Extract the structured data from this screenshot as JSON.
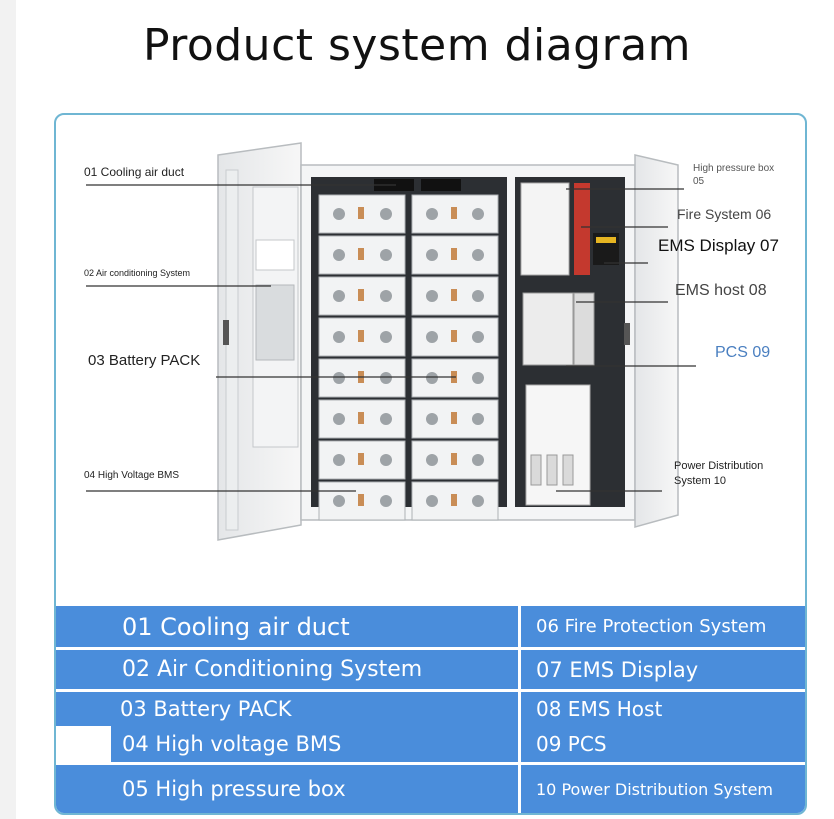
{
  "title": "Product system diagram",
  "callouts": [
    {
      "text": "01 Cooling air duct"
    },
    {
      "text": "02 Air conditioning System"
    },
    {
      "text": "03 Battery PACK"
    },
    {
      "text": "04 High Voltage BMS"
    },
    {
      "text": "High pressure box",
      "text2": "05"
    },
    {
      "text": "Fire System 06"
    },
    {
      "text": "EMS Display 07"
    },
    {
      "text": "EMS host 08"
    },
    {
      "text": "PCS 09"
    },
    {
      "text": "Power Distribution",
      "text2": "System 10"
    }
  ],
  "legend": {
    "left": [
      "01 Cooling air duct",
      "02 Air Conditioning System",
      "03 Battery PACK",
      "04 High voltage BMS",
      "05 High pressure box"
    ],
    "right": [
      "06 Fire Protection System",
      "07 EMS Display",
      "08 EMS Host",
      "09 PCS",
      "10 Power Distribution System"
    ]
  },
  "colors": {
    "legend_fill": "#4a8ddb",
    "frame_border": "#6fb6d3"
  }
}
